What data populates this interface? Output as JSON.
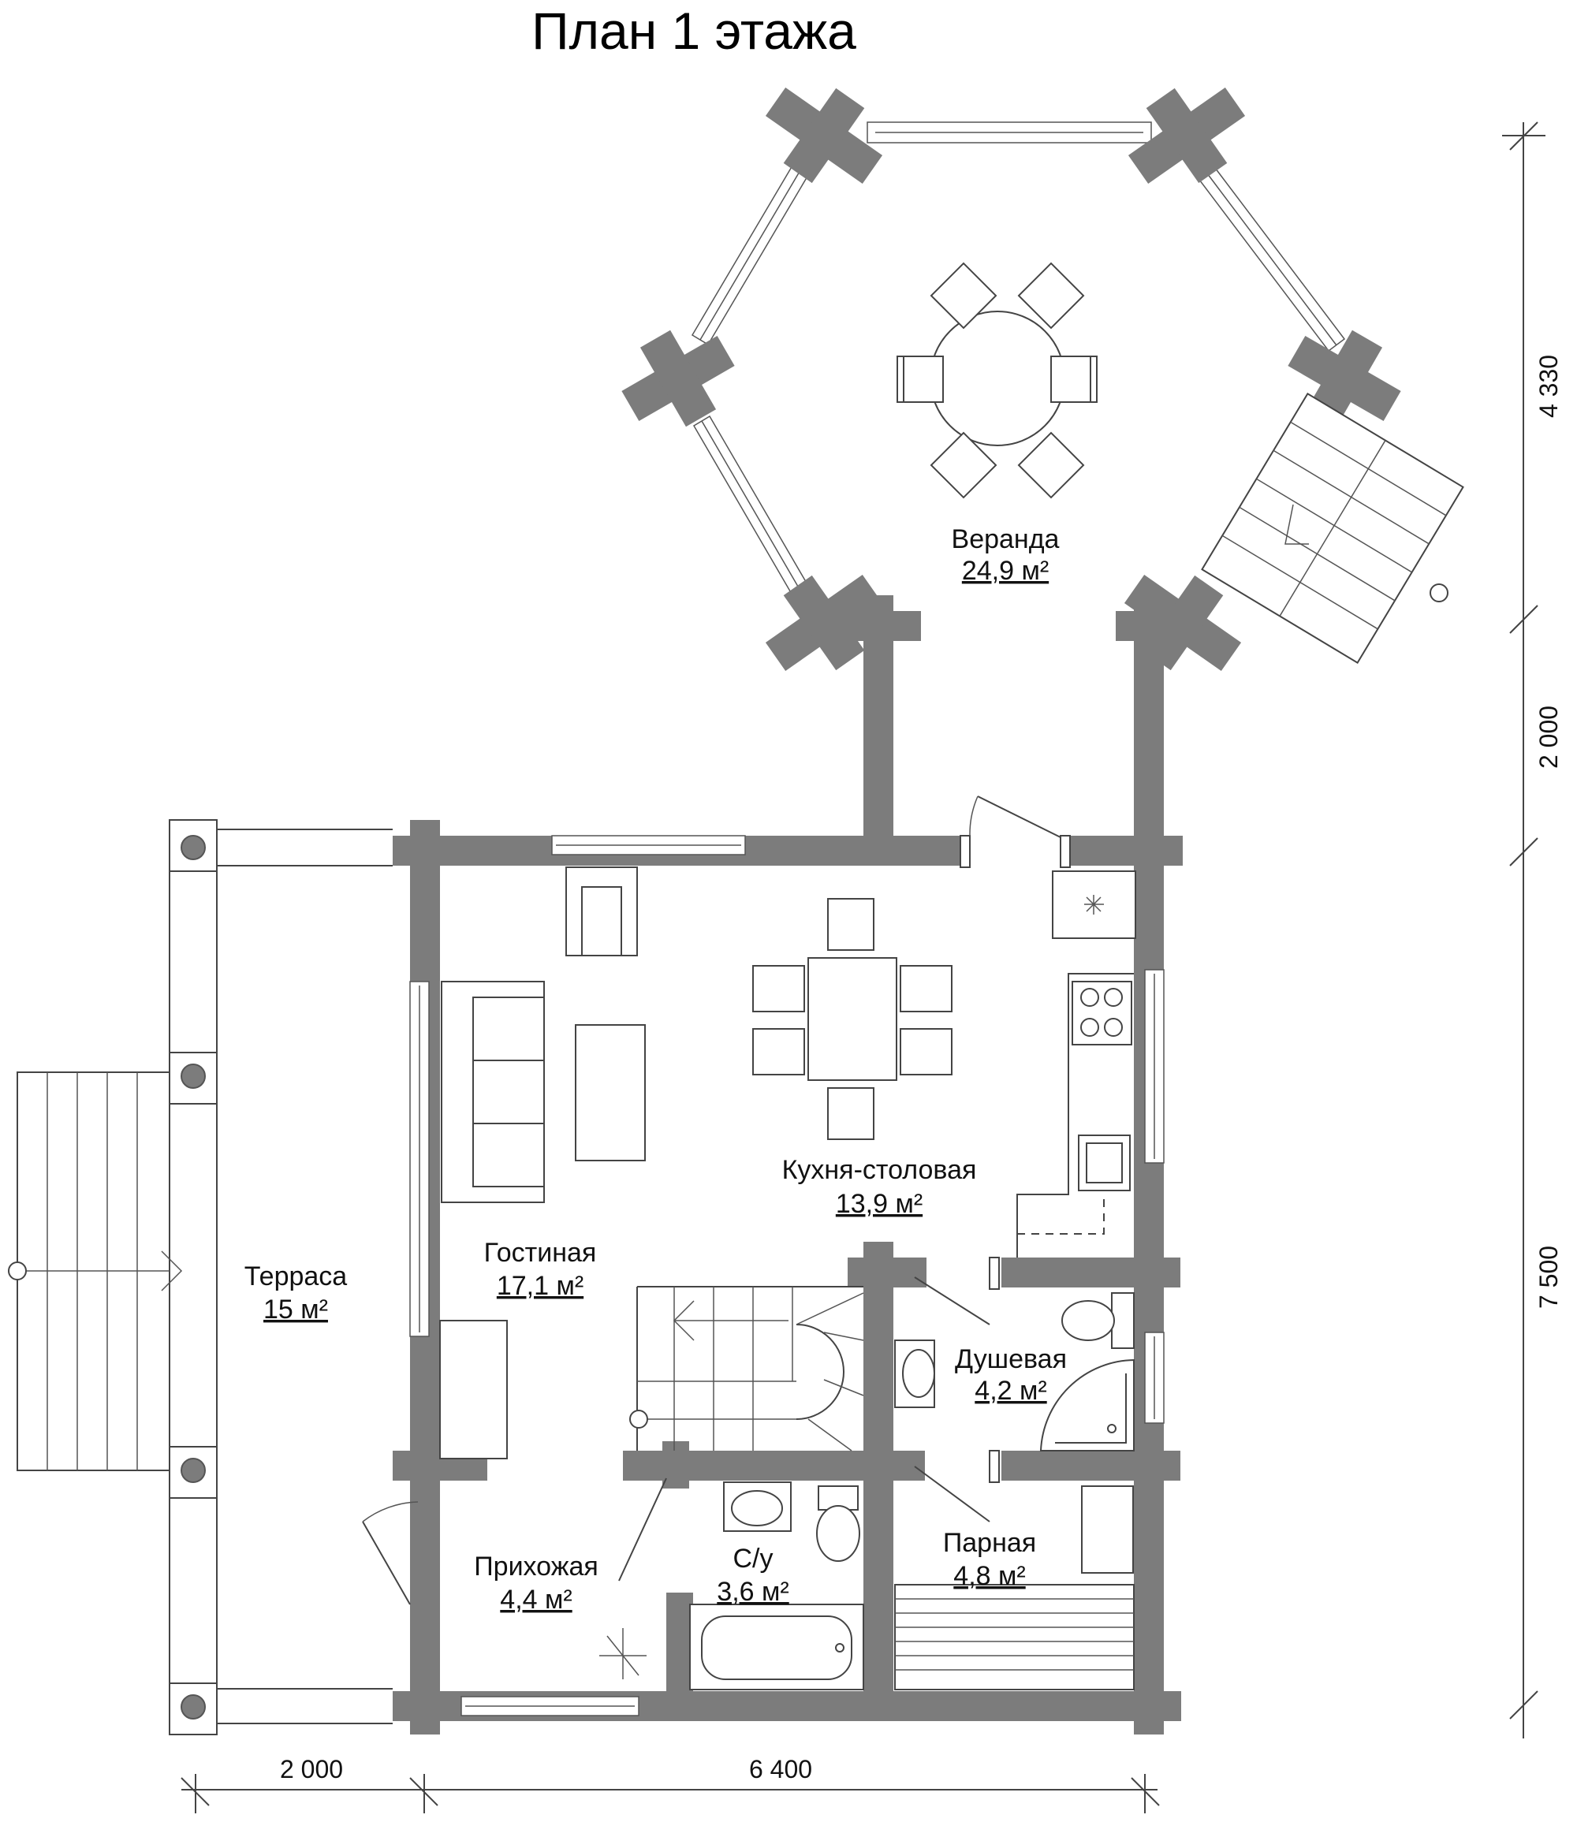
{
  "title": "План 1 этажа",
  "rooms": {
    "veranda": {
      "name": "Веранда",
      "area": "24,9 м²"
    },
    "kitchen": {
      "name": "Кухня-столовая",
      "area": "13,9 м²"
    },
    "living": {
      "name": "Гостиная",
      "area": "17,1 м²"
    },
    "terrace": {
      "name": "Терраса",
      "area": "15 м²"
    },
    "shower": {
      "name": "Душевая",
      "area": "4,2 м²"
    },
    "hall": {
      "name": "Прихожая",
      "area": "4,4 м²"
    },
    "wc": {
      "name": "С/у",
      "area": "3,6 м²"
    },
    "steam": {
      "name": "Парная",
      "area": "4,8 м²"
    }
  },
  "dimensions": {
    "right_top": "4 330",
    "right_mid": "2 000",
    "right_bottom": "7 500",
    "bottom_left": "2 000",
    "bottom_right": "6 400"
  }
}
